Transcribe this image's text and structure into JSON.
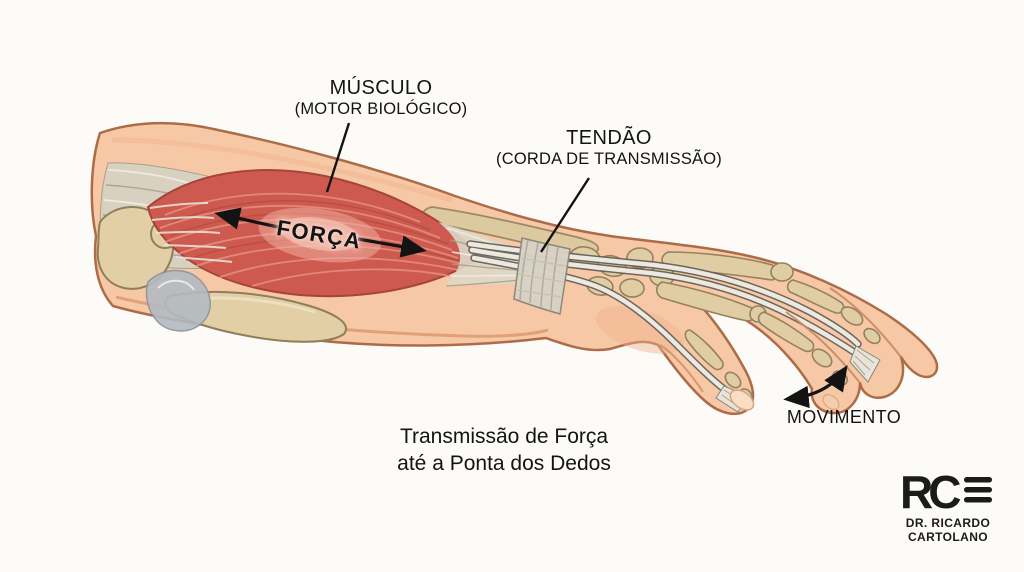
{
  "scene": {
    "background": "#fcfbf8",
    "description": "Anatomical diagram of a forearm and hand showing muscle-tendon force transmission"
  },
  "labels": {
    "muscle": {
      "title": "MÚSCULO",
      "subtitle": "(MOTOR BIOLÓGICO)"
    },
    "tendon": {
      "title": "TENDÃO",
      "subtitle": "(CORDA DE TRANSMISSÃO)"
    },
    "force": {
      "text": "FORÇA"
    },
    "movement": {
      "text": "MOVIMENTO"
    }
  },
  "caption": {
    "line1": "Transmissão de Força",
    "line2": "até a Ponta dos Dedos"
  },
  "logo": {
    "monogram": "RC",
    "name_line1": "DR. RICARDO",
    "name_line2": "CARTOLANO"
  },
  "colors": {
    "text": "#141414",
    "annotation": "#131313",
    "skin": "#f7c8a5",
    "skin_outline": "#ad6c48",
    "muscle_red": "#ce5a4f",
    "muscle_striation": "#e59084",
    "muscle_edge": "#a5443b",
    "bone_tan": "#e0cda4",
    "bone_outline": "#8f7d5b",
    "tendon_light": "#ece9e1",
    "tendon_dark": "#5f5b54",
    "joint_capsule_gray": "#b3bac2"
  },
  "illustration_parts": [
    "arm-skin-silhouette",
    "elbow-bones",
    "joint-capsule",
    "origin-tendon-fan",
    "muscle-belly",
    "forearm-bone",
    "wrist-retinaculum",
    "hand-bones",
    "finger-bones",
    "thumb-bones",
    "tendon-cords",
    "fingertip-tendon-fan",
    "thumb-tendon-fan"
  ]
}
